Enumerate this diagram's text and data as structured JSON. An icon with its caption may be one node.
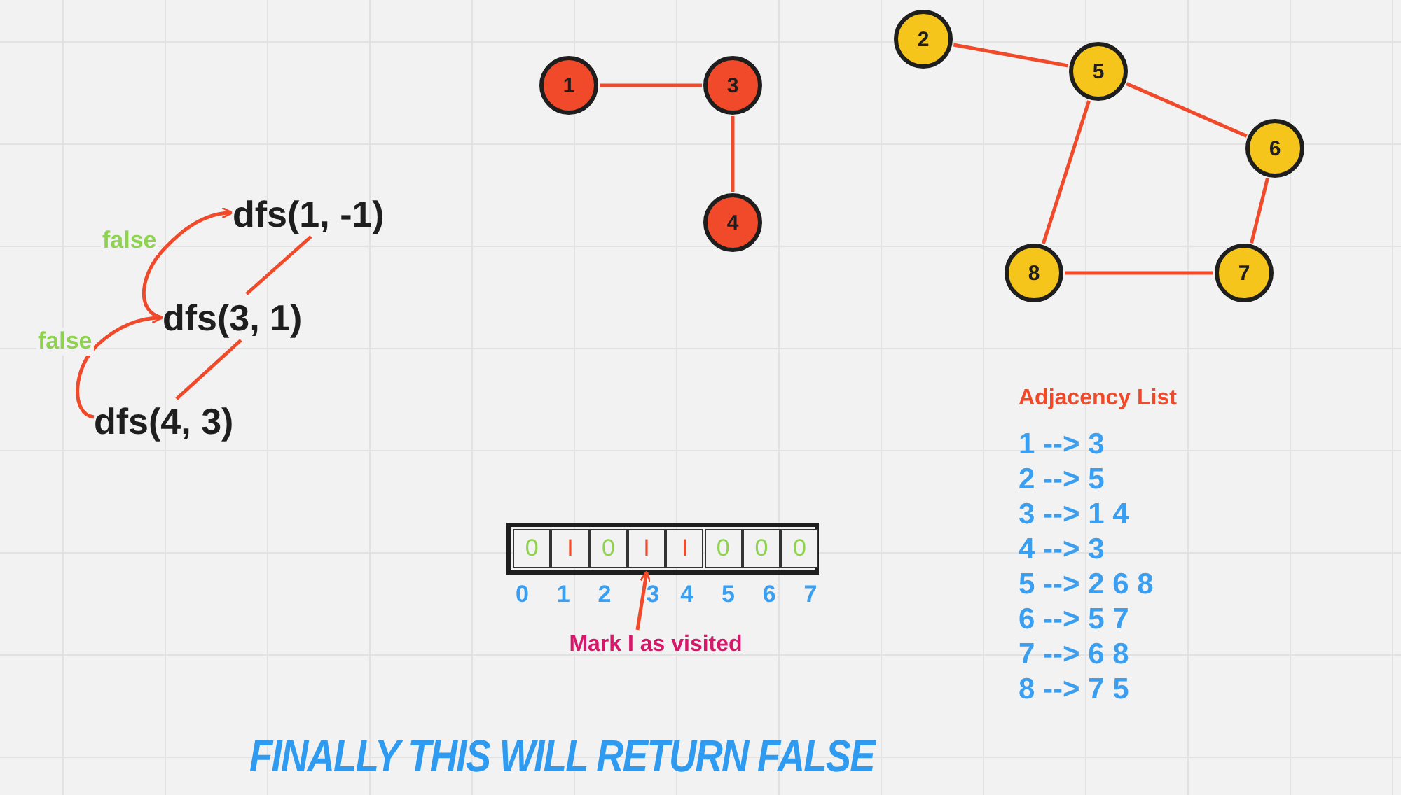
{
  "diagram": {
    "caption": "FINALLY THIS WILL RETURN FALSE",
    "nodes": [
      {
        "text": [
          "1"
        ]
      },
      {
        "text": [
          "3"
        ]
      },
      {
        "text": [
          "4"
        ]
      },
      {
        "text": [
          "2"
        ]
      },
      {
        "text": [
          "5"
        ]
      },
      {
        "text": [
          "6"
        ]
      },
      {
        "text": [
          "8"
        ]
      },
      {
        "text": [
          "7"
        ]
      },
      {
        "text": [
          "dfs(1, -1)"
        ]
      },
      {
        "text": [
          "dfs(3, 1)"
        ]
      },
      {
        "text": [
          "dfs(4, 3)"
        ]
      },
      {
        "text": [
          "0"
        ]
      },
      {
        "text": [
          "I"
        ]
      },
      {
        "text": [
          "0"
        ]
      },
      {
        "text": [
          "I"
        ]
      },
      {
        "text": [
          "I"
        ]
      },
      {
        "text": [
          "0"
        ]
      },
      {
        "text": [
          "0"
        ]
      },
      {
        "text": [
          "0"
        ]
      },
      {
        "text": [
          "Mark I as visited"
        ]
      }
    ],
    "edges": [
      {
        "from": 0,
        "to": 1,
        "arrow": "none"
      },
      {
        "from": 1,
        "to": 2,
        "arrow": "none"
      },
      {
        "from": 3,
        "to": 4,
        "arrow": "none"
      },
      {
        "from": 4,
        "to": 5,
        "arrow": "none"
      },
      {
        "from": 5,
        "to": 7,
        "arrow": "none"
      },
      {
        "from": 7,
        "to": 6,
        "arrow": "none"
      },
      {
        "from": 6,
        "to": 4,
        "arrow": "none"
      },
      {
        "from": 8,
        "to": 9,
        "arrow": "none"
      },
      {
        "from": 9,
        "to": 10,
        "arrow": "none"
      },
      {
        "from": 9,
        "to": 8,
        "arrow": "to",
        "label": "false"
      },
      {
        "from": 10,
        "to": 9,
        "arrow": "to",
        "label": "false"
      },
      {
        "from": 19,
        "to": 14,
        "arrow": "to"
      }
    ],
    "labels": [
      "Adjacency List",
      "1 --> 3",
      "2 --> 5",
      "3 --> 1 4",
      "4 --> 3",
      "5 --> 2 6 8",
      "6 --> 5 7",
      "7 --> 6 8",
      "8 --> 7 5",
      "0",
      "1",
      "2",
      "3",
      "4",
      "5",
      "6",
      "7"
    ]
  }
}
